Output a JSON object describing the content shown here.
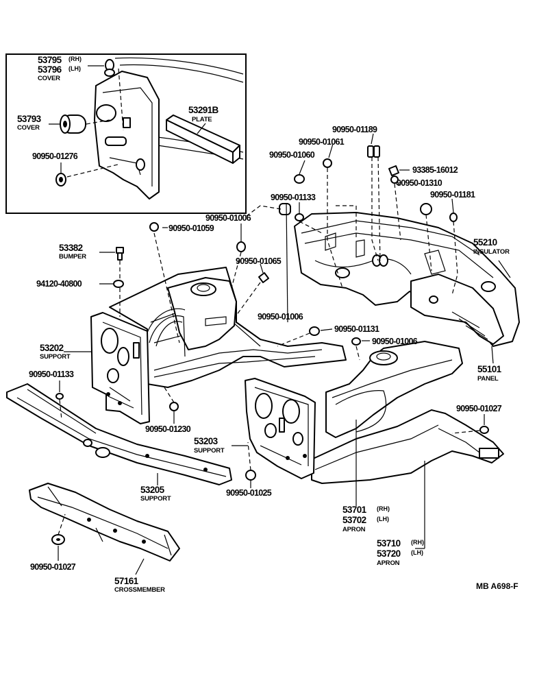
{
  "inset": {
    "cover_rh_no": "53795",
    "cover_rh_tag": "(RH)",
    "cover_lh_no": "53796",
    "cover_lh_tag": "(LH)",
    "cover_top_desc": "COVER",
    "cover_no": "53793",
    "cover_desc": "COVER",
    "plate_no": "53291B",
    "plate_desc": "PLATE",
    "clip_no": "90950-01276"
  },
  "labels": {
    "p01189": "90950-01189",
    "p01061": "90950-01061",
    "p01060": "90950-01060",
    "p16012": "93385-16012",
    "p01310": "90950-01310",
    "p01133a": "90950-01133",
    "p01181": "90950-01181",
    "p01006a": "90950-01006",
    "p01059": "90950-01059",
    "bumper_no": "53382",
    "bumper_desc": "BUMPER",
    "p01065": "90950-01065",
    "insulator_no": "55210",
    "insulator_desc": "INSULATOR",
    "p40800": "94120-40800",
    "p01006b": "90950-01006",
    "p01131": "90950-01131",
    "p01006c": "90950-01006",
    "support1_no": "53202",
    "support1_desc": "SUPPORT",
    "panel_no": "55101",
    "panel_desc": "PANEL",
    "p01133b": "90950-01133",
    "p01027a": "90950-01027",
    "p01230": "90950-01230",
    "support2_no": "53203",
    "support2_desc": "SUPPORT",
    "support3_no": "53205",
    "support3_desc": "SUPPORT",
    "p01025": "90950-01025",
    "apron1_rh_no": "53701",
    "apron1_rh_tag": "(RH)",
    "apron1_lh_no": "53702",
    "apron1_lh_tag": "(LH)",
    "apron1_desc": "APRON",
    "apron2_rh_no": "53710",
    "apron2_rh_tag": "(RH)",
    "apron2_lh_no": "53720",
    "apron2_lh_tag": "(LH)",
    "apron2_desc": "APRON",
    "p01027b": "90950-01027",
    "cross_no": "57161",
    "cross_desc": "CROSSMEMBER",
    "ref_code": "MB  A698-F"
  }
}
